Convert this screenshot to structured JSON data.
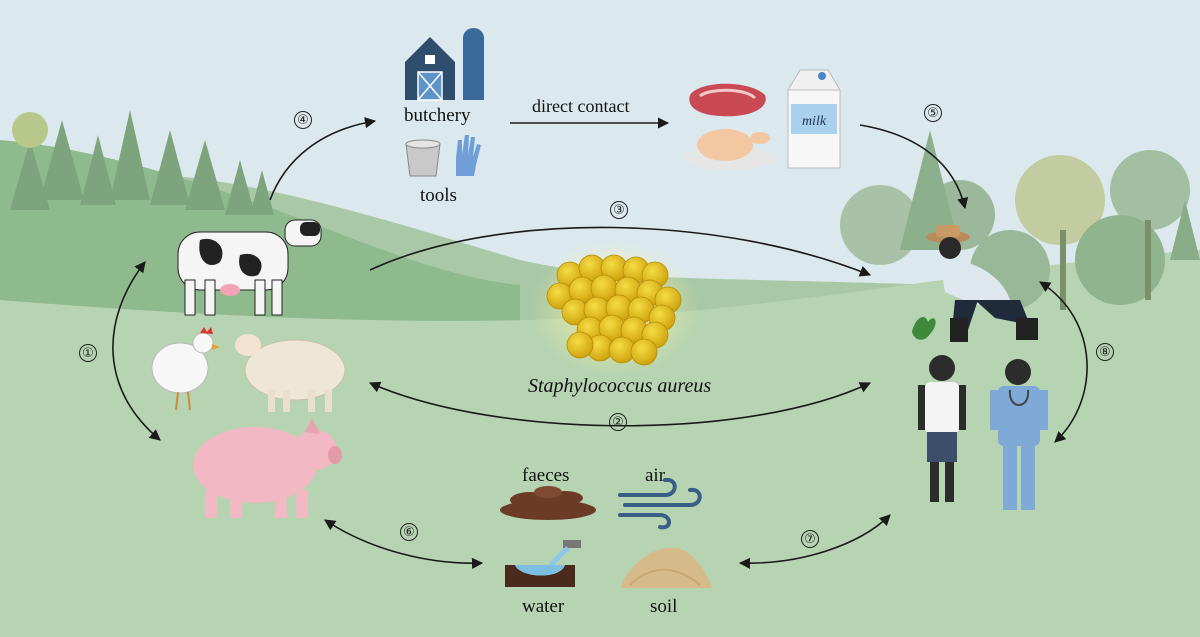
{
  "organism": "Staphylococcus aureus",
  "labels": {
    "butchery": "butchery",
    "tools": "tools",
    "direct_contact": "direct contact",
    "milk": "milk",
    "faeces": "faeces",
    "air": "air",
    "water": "water",
    "soil": "soil"
  },
  "routes": [
    "①",
    "②",
    "③",
    "④",
    "⑤",
    "⑥",
    "⑦",
    "⑧"
  ],
  "colors": {
    "sky": "#dbe9ee",
    "hill": "#9cc29c",
    "ground": "#b5d2b0",
    "bacteria": "#e7c21b",
    "arrow": "#1a1a1a"
  }
}
